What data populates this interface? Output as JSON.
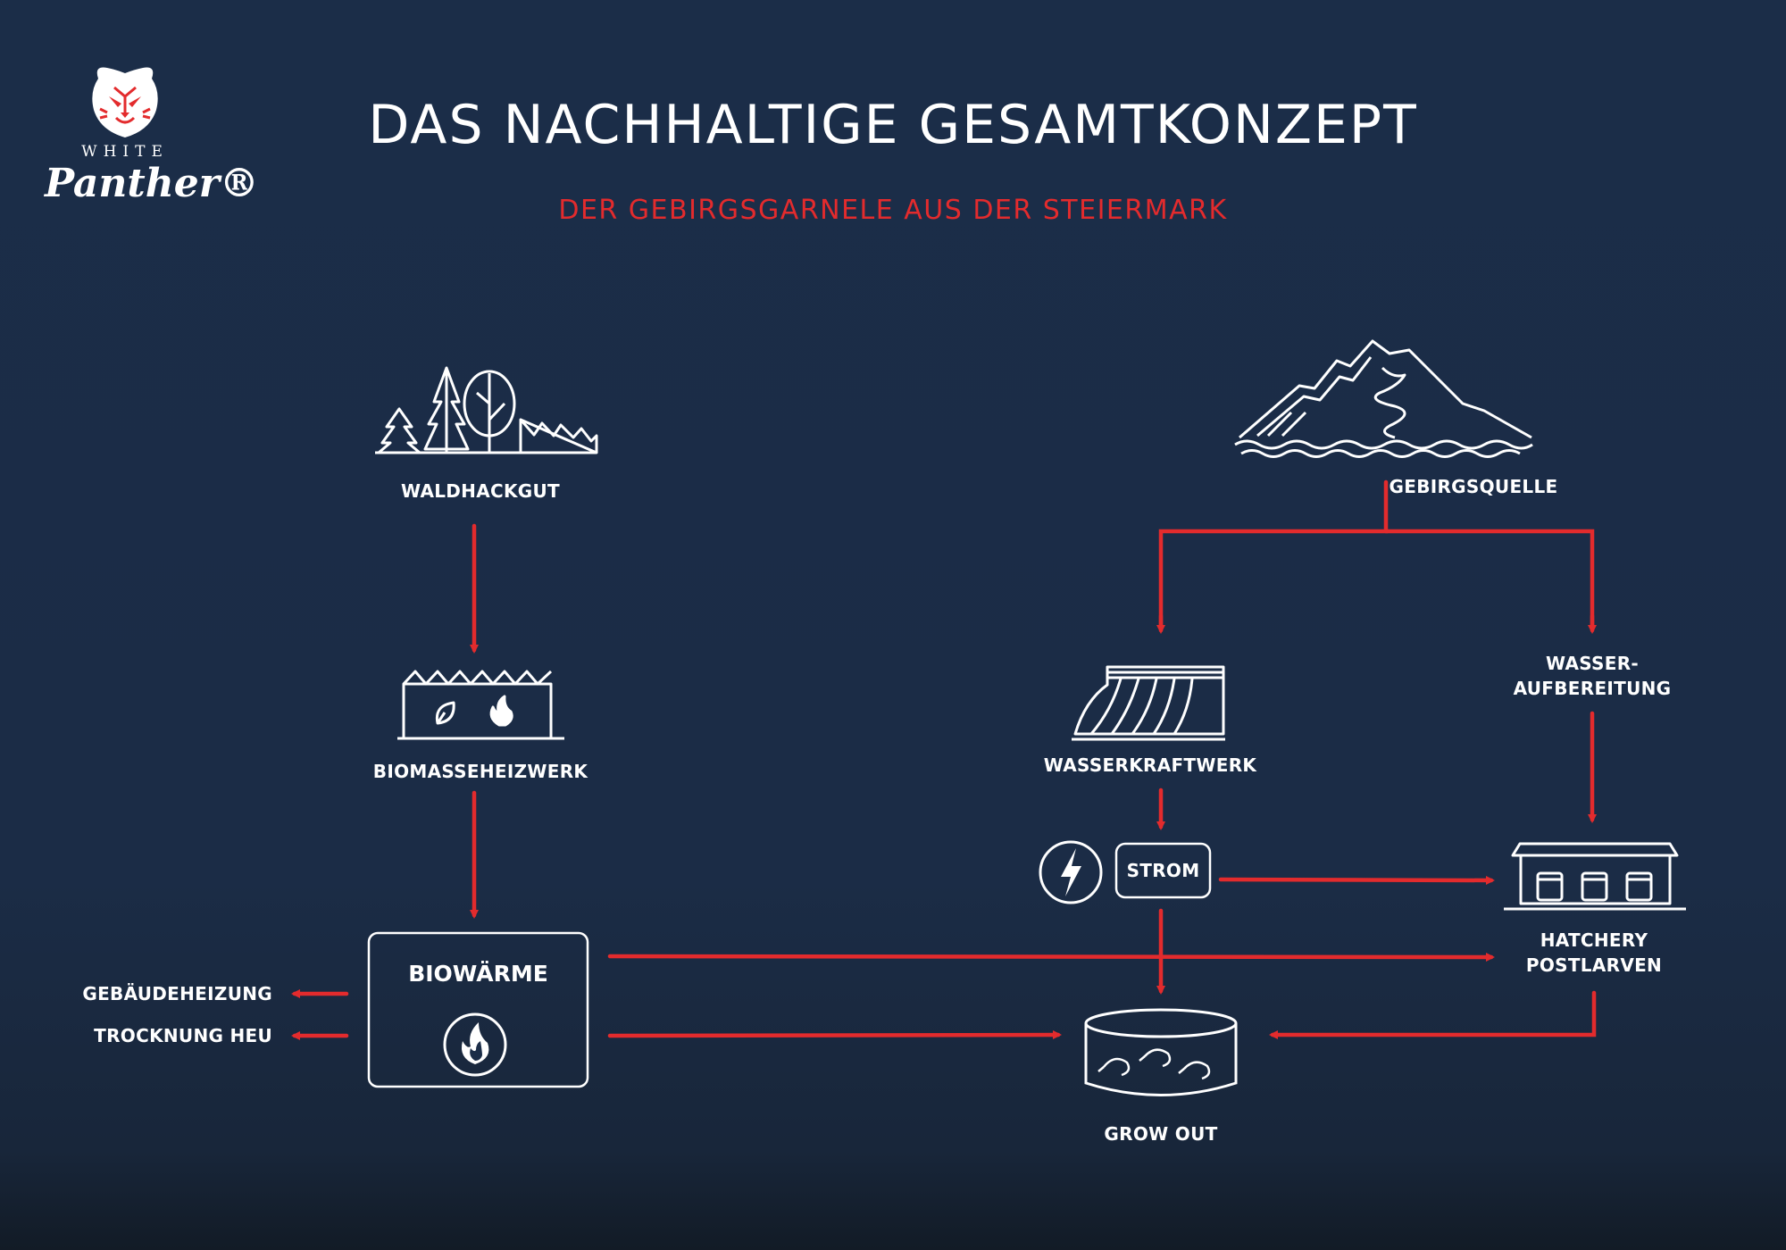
{
  "logo": {
    "top_text": "WHITE",
    "name": "Panther®"
  },
  "title": "DAS NACHHALTIGE GESAMTKONZEPT",
  "subtitle": "DER GEBIRGSGARNELE AUS DER STEIERMARK",
  "nodes": {
    "waldhackgut": "WALDHACKGUT",
    "biomasseheizwerk": "BIOMASSEHEIZWERK",
    "biowaerme": "BIOWÄRME",
    "gebaeudeheizung": "GEBÄUDEHEIZUNG",
    "trocknung_heu": "TROCKNUNG HEU",
    "gebirgsquelle": "GEBIRGSQUELLE",
    "wasserkraftwerk": "WASSERKRAFTWERK",
    "strom": "STROM",
    "wasseraufbereitung_line1": "WASSER-",
    "wasseraufbereitung_line2": "AUFBEREITUNG",
    "hatchery_line1": "HATCHERY",
    "hatchery_line2": "POSTLARVEN",
    "grow_out": "GROW OUT"
  },
  "icons": {
    "forest": "forest-icon",
    "factory": "biomass-plant-icon",
    "leaf": "leaf-icon",
    "flame": "flame-icon",
    "mountain": "mountain-spring-icon",
    "dam": "hydro-dam-icon",
    "lightning": "lightning-icon",
    "hatchery": "hatchery-building-icon",
    "tank": "shrimp-tank-icon"
  },
  "colors": {
    "background": "#1b2d48",
    "accent": "#e32b2d",
    "line": "#ffffff"
  }
}
